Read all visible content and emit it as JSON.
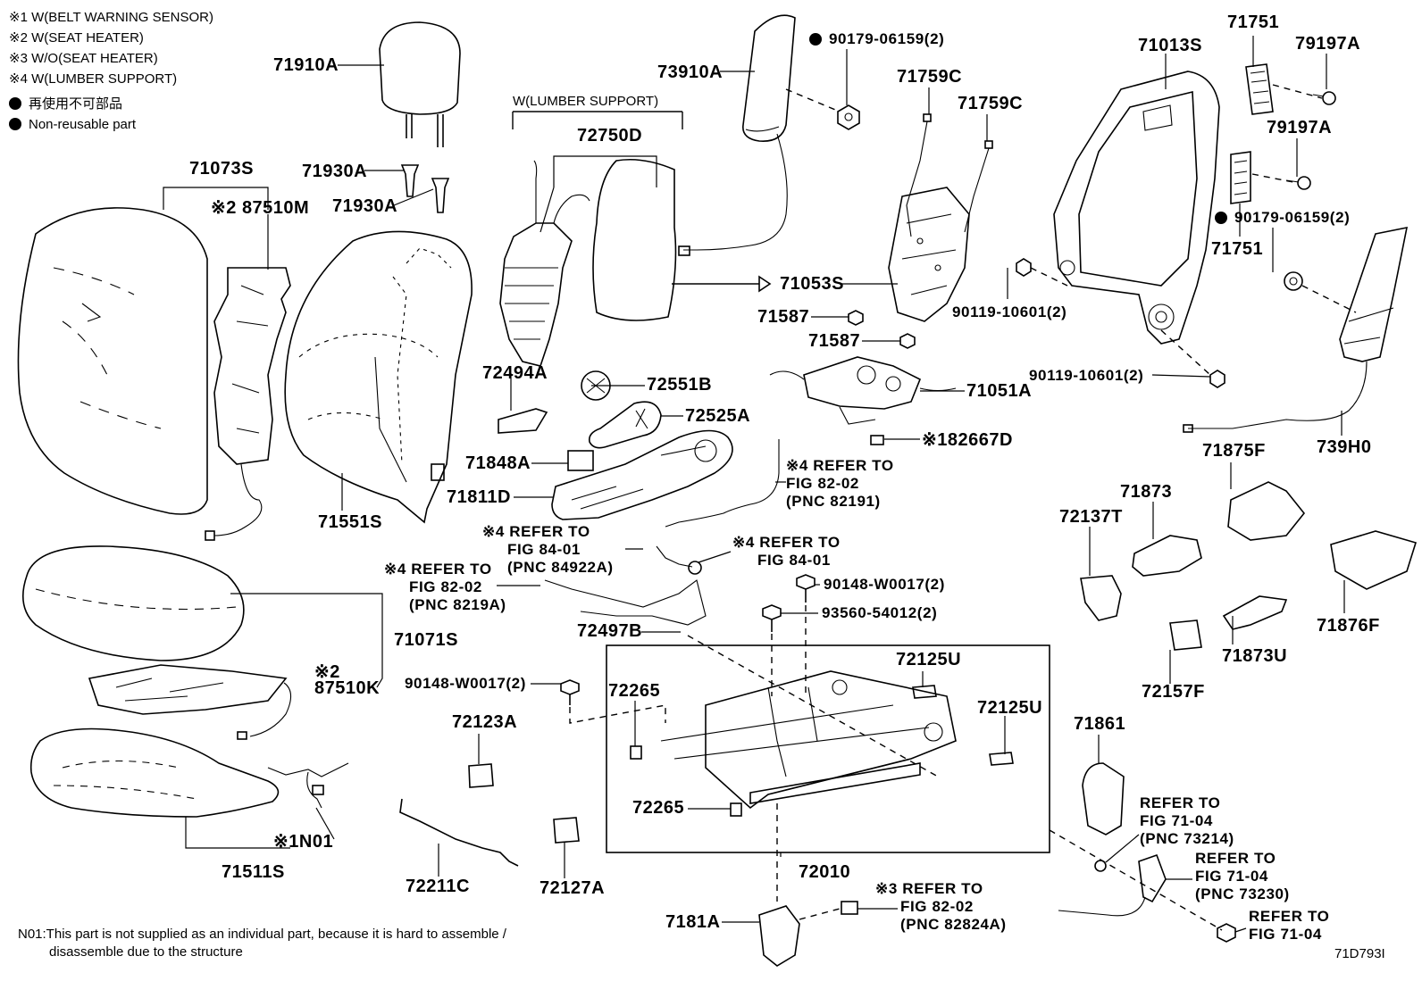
{
  "legend": {
    "notes": [
      "※1 W(BELT WARNING SENSOR)",
      "※2 W(SEAT HEATER)",
      "※3 W/O(SEAT HEATER)",
      "※4 W(LUMBER SUPPORT)"
    ],
    "non_reusable_jp": "再使用不可部品",
    "non_reusable_en": "Non-reusable part"
  },
  "group_label": "W(LUMBER SUPPORT)",
  "parts": [
    {
      "id": "71910A",
      "label": "71910A"
    },
    {
      "id": "71930A_1",
      "label": "71930A"
    },
    {
      "id": "71930A_2",
      "label": "71930A"
    },
    {
      "id": "71073S",
      "label": "71073S"
    },
    {
      "id": "87510M",
      "label": "※2 87510M"
    },
    {
      "id": "71551S",
      "label": "71551S"
    },
    {
      "id": "73910A",
      "label": "73910A"
    },
    {
      "id": "90179_top",
      "label": "90179-06159(2)"
    },
    {
      "id": "72750D",
      "label": "72750D"
    },
    {
      "id": "72494A",
      "label": "72494A"
    },
    {
      "id": "72551B",
      "label": "72551B"
    },
    {
      "id": "72525A",
      "label": "72525A"
    },
    {
      "id": "71848A",
      "label": "71848A"
    },
    {
      "id": "71811D",
      "label": "71811D"
    },
    {
      "id": "71759C_1",
      "label": "71759C"
    },
    {
      "id": "71759C_2",
      "label": "71759C"
    },
    {
      "id": "71053S",
      "label": "71053S"
    },
    {
      "id": "71587_1",
      "label": "71587"
    },
    {
      "id": "71587_2",
      "label": "71587"
    },
    {
      "id": "71051A",
      "label": "71051A"
    },
    {
      "id": "82667D",
      "label": "※182667D"
    },
    {
      "id": "71013S",
      "label": "71013S"
    },
    {
      "id": "71751_1",
      "label": "71751"
    },
    {
      "id": "79197A_1",
      "label": "79197A"
    },
    {
      "id": "79197A_2",
      "label": "79197A"
    },
    {
      "id": "90179_right",
      "label": "90179-06159(2)"
    },
    {
      "id": "71751_2",
      "label": "71751"
    },
    {
      "id": "90119_1",
      "label": "90119-10601(2)"
    },
    {
      "id": "90119_2",
      "label": "90119-10601(2)"
    },
    {
      "id": "739H0",
      "label": "739H0"
    },
    {
      "id": "71875F",
      "label": "71875F"
    },
    {
      "id": "71873",
      "label": "71873"
    },
    {
      "id": "72137T",
      "label": "72137T"
    },
    {
      "id": "71876F",
      "label": "71876F"
    },
    {
      "id": "71873U",
      "label": "71873U"
    },
    {
      "id": "72157F",
      "label": "72157F"
    },
    {
      "id": "71071S",
      "label": "71071S"
    },
    {
      "id": "87510K_note",
      "label": "※2"
    },
    {
      "id": "87510K",
      "label": "87510K"
    },
    {
      "id": "N01",
      "label": "※1N01"
    },
    {
      "id": "71511S",
      "label": "71511S"
    },
    {
      "id": "72497B",
      "label": "72497B"
    },
    {
      "id": "90148_1",
      "label": "90148-W0017(2)"
    },
    {
      "id": "93560",
      "label": "93560-54012(2)"
    },
    {
      "id": "90148_2",
      "label": "90148-W0017(2)"
    },
    {
      "id": "72125U_1",
      "label": "72125U"
    },
    {
      "id": "72125U_2",
      "label": "72125U"
    },
    {
      "id": "72265_1",
      "label": "72265"
    },
    {
      "id": "72265_2",
      "label": "72265"
    },
    {
      "id": "72123A",
      "label": "72123A"
    },
    {
      "id": "72211C",
      "label": "72211C"
    },
    {
      "id": "72127A",
      "label": "72127A"
    },
    {
      "id": "72010",
      "label": "72010"
    },
    {
      "id": "7181A",
      "label": "7181A"
    },
    {
      "id": "71861",
      "label": "71861"
    }
  ],
  "refs": [
    {
      "id": "ref_82191",
      "lines": [
        "※4 REFER TO",
        "FIG 82-02",
        "(PNC 82191)"
      ]
    },
    {
      "id": "ref_84922A",
      "lines": [
        "※4 REFER TO",
        "FIG 84-01",
        "(PNC 84922A)"
      ]
    },
    {
      "id": "ref_84_01",
      "lines": [
        "※4 REFER TO",
        "FIG 84-01"
      ]
    },
    {
      "id": "ref_8219A",
      "lines": [
        "※4 REFER TO",
        "FIG 82-02",
        "(PNC 8219A)"
      ]
    },
    {
      "id": "ref_82824A",
      "lines": [
        "※3 REFER TO",
        "FIG 82-02",
        "(PNC 82824A)"
      ]
    },
    {
      "id": "ref_73214",
      "lines": [
        "REFER TO",
        "FIG 71-04",
        "(PNC 73214)"
      ]
    },
    {
      "id": "ref_73230",
      "lines": [
        "REFER TO",
        "FIG 71-04",
        "(PNC 73230)"
      ]
    },
    {
      "id": "ref_71_04",
      "lines": [
        "REFER TO",
        "FIG 71-04"
      ]
    }
  ],
  "footnote": {
    "line1": "N01:This part is not supplied as an individual part, because it is hard to assemble /",
    "line2": "disassemble due to the structure"
  },
  "drawing_code": "71D793I"
}
